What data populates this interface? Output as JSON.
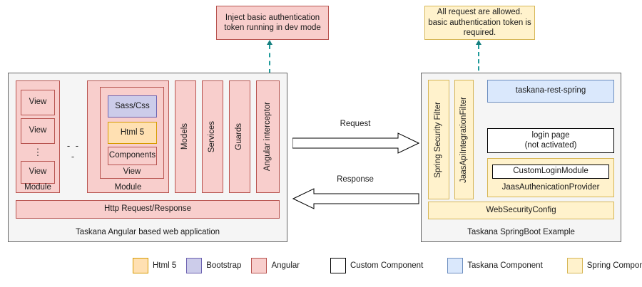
{
  "callouts": {
    "left": {
      "text": "Inject basic authentication token running in dev mode",
      "style": "angular"
    },
    "right": {
      "text": "All request are allowed. basic authentication token is required.",
      "style": "spring"
    }
  },
  "client_panel": {
    "caption": "Taskana Angular based web application",
    "module_simple": {
      "label": "Module",
      "views": [
        "View",
        "View",
        "View"
      ],
      "ellipsis": "⋮"
    },
    "separator_dots": "- - -",
    "module_detailed": {
      "label": "Module",
      "view_label": "View",
      "layers": [
        {
          "label": "Sass/Css",
          "style": "bootstrap"
        },
        {
          "label": "Html 5",
          "style": "html5"
        },
        {
          "label": "Components",
          "style": "angular"
        }
      ]
    },
    "columns": [
      "Models",
      "Services",
      "Guards",
      "Angular interceptor"
    ],
    "http_bar": "Http Request/Response"
  },
  "flows": {
    "request": "Request",
    "response": "Response"
  },
  "server_panel": {
    "caption": "Taskana SpringBoot Example",
    "filters": [
      "Spring Security Filter",
      "JaasApiIntegrationFilter"
    ],
    "rest": {
      "label": "taskana-rest-spring",
      "style": "taskana"
    },
    "login_page": {
      "line1": "login page",
      "line2": "(not activated)",
      "style": "custom"
    },
    "auth_provider": {
      "label": "JaasAuthenicationProvider",
      "inner": "CustomLoginModule",
      "style": "spring"
    },
    "web_security_config": {
      "label": "WebSecurityConfig",
      "style": "spring"
    }
  },
  "legend": {
    "group_left": [
      {
        "label": "Html 5",
        "style": "html5"
      },
      {
        "label": "Bootstrap",
        "style": "bootstrap"
      },
      {
        "label": "Angular",
        "style": "angular"
      }
    ],
    "group_right": [
      {
        "label": "Custom Component",
        "style": "custom"
      },
      {
        "label": "Taskana Component",
        "style": "taskana"
      },
      {
        "label": "Spring Component",
        "style": "spring"
      }
    ]
  },
  "colors": {
    "angular_fill": "#f8cecc",
    "angular_stroke": "#b85450",
    "bootstrap_fill": "#ccccea",
    "bootstrap_stroke": "#6c61b0",
    "html5_fill": "#ffe0b2",
    "html5_stroke": "#d79b00",
    "spring_fill": "#fff2cc",
    "spring_stroke": "#d6b656",
    "taskana_fill": "#dae8fc",
    "taskana_stroke": "#6c8ebf",
    "custom_fill": "#ffffff",
    "custom_stroke": "#000000",
    "panel_fill": "#f5f5f5",
    "panel_stroke": "#666666",
    "connector": "#1f9a9a"
  }
}
